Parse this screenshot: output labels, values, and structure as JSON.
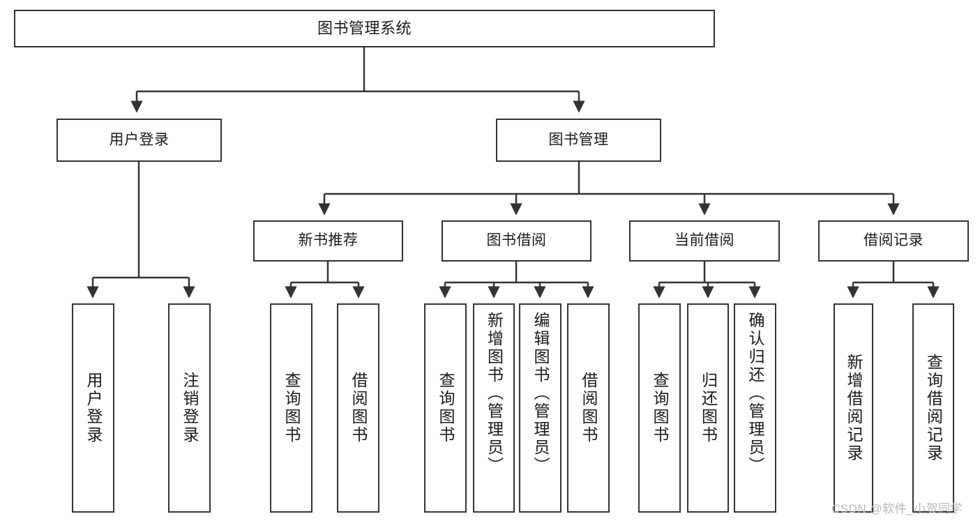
{
  "diagram": {
    "title": "图书管理系统",
    "type": "tree-hierarchy",
    "style": {
      "box_border_color": "#333333",
      "box_fill_color": "#ffffff",
      "connector_color": "#333333",
      "text_color": "#1a1a1a",
      "background": "#ffffff"
    }
  },
  "nodes": {
    "root": {
      "label": "图书管理系统",
      "level": 1
    },
    "level2": [
      {
        "id": "user-login",
        "label": "用户登录",
        "level": 2
      },
      {
        "id": "book-management",
        "label": "图书管理",
        "level": 2
      }
    ],
    "level3": [
      {
        "id": "new-book-recommend",
        "label": "新书推荐",
        "level": 3,
        "parent": "book-management"
      },
      {
        "id": "book-borrow",
        "label": "图书借阅",
        "level": 3,
        "parent": "book-management"
      },
      {
        "id": "current-borrow",
        "label": "当前借阅",
        "level": 3,
        "parent": "book-management"
      },
      {
        "id": "borrow-record",
        "label": "借阅记录",
        "level": 3,
        "parent": "book-management"
      }
    ],
    "leaves": [
      {
        "id": "leaf-user-login",
        "label": "用户登录",
        "parent": "user-login"
      },
      {
        "id": "leaf-user-logout",
        "label": "注销登录",
        "parent": "user-login"
      },
      {
        "id": "leaf-query-book-1",
        "label": "查询图书",
        "parent": "new-book-recommend"
      },
      {
        "id": "leaf-borrow-book-1",
        "label": "借阅图书",
        "parent": "new-book-recommend"
      },
      {
        "id": "leaf-query-book-2",
        "label": "查询图书",
        "parent": "book-borrow"
      },
      {
        "id": "leaf-add-book",
        "label": "新增图书（管理员）",
        "parent": "book-borrow"
      },
      {
        "id": "leaf-edit-book",
        "label": "编辑图书（管理员）",
        "parent": "book-borrow"
      },
      {
        "id": "leaf-borrow-book-2",
        "label": "借阅图书",
        "parent": "book-borrow"
      },
      {
        "id": "leaf-query-book-3",
        "label": "查询图书",
        "parent": "current-borrow"
      },
      {
        "id": "leaf-return-book",
        "label": "归还图书",
        "parent": "current-borrow"
      },
      {
        "id": "leaf-confirm-return",
        "label": "确认归还（管理员）",
        "parent": "current-borrow"
      },
      {
        "id": "leaf-add-record",
        "label": "新增借阅记录",
        "parent": "borrow-record"
      },
      {
        "id": "leaf-query-record",
        "label": "查询借阅记录",
        "parent": "borrow-record"
      }
    ]
  },
  "watermark": {
    "text": "CSDN @软件_小贺同学"
  }
}
